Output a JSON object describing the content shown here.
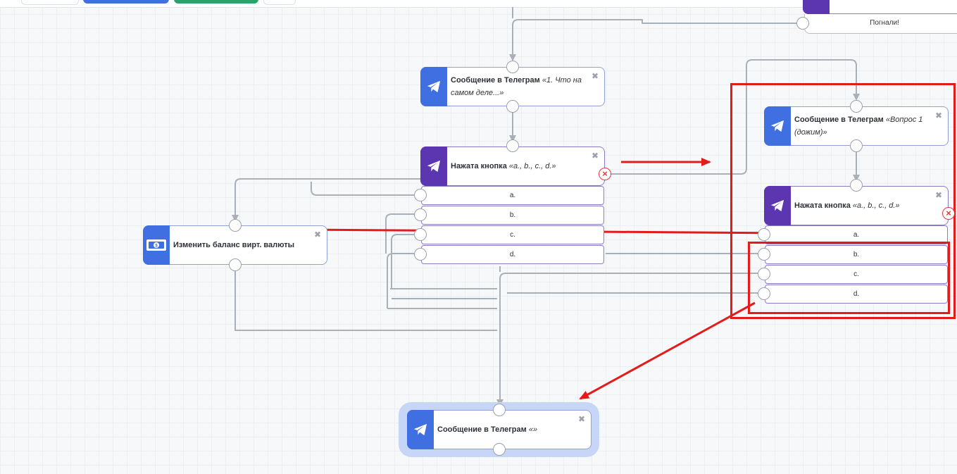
{
  "toolbar": {
    "button_colors": [
      "#ffffff",
      "#3f6fe0",
      "#2aa36b",
      "#ffffff"
    ]
  },
  "nodes": {
    "msg_top_center": {
      "title": "Сообщение в Телеграм",
      "subtitle": "«1. Что на самом деле...»",
      "icon": "telegram-plane-icon"
    },
    "btn_center": {
      "title": "Нажата кнопка",
      "subtitle": "«a., b., c., d.»",
      "icon": "telegram-plane-icon"
    },
    "balance": {
      "title": "Изменить баланс вирт. валюты",
      "icon": "money-bill-icon"
    },
    "msg_right": {
      "title": "Сообщение в Телеграм",
      "subtitle": "«Вопрос 1 (дожим)»",
      "icon": "telegram-plane-icon"
    },
    "btn_right": {
      "title": "Нажата кнопка",
      "subtitle": "«a., b., c., d.»",
      "icon": "telegram-plane-icon"
    },
    "msg_bottom": {
      "title": "Сообщение в Телеграм",
      "subtitle": "«»",
      "icon": "telegram-plane-icon"
    },
    "top_right_option": {
      "label": "Погнали!"
    }
  },
  "options_center": [
    "a.",
    "b.",
    "c.",
    "d."
  ],
  "options_right": [
    "a.",
    "b.",
    "c.",
    "d."
  ],
  "colors": {
    "accent_blue": "#3f6fe0",
    "accent_purple": "#5b36b0",
    "annotation_red": "#e31b1b",
    "wire": "#a9b0b8"
  }
}
